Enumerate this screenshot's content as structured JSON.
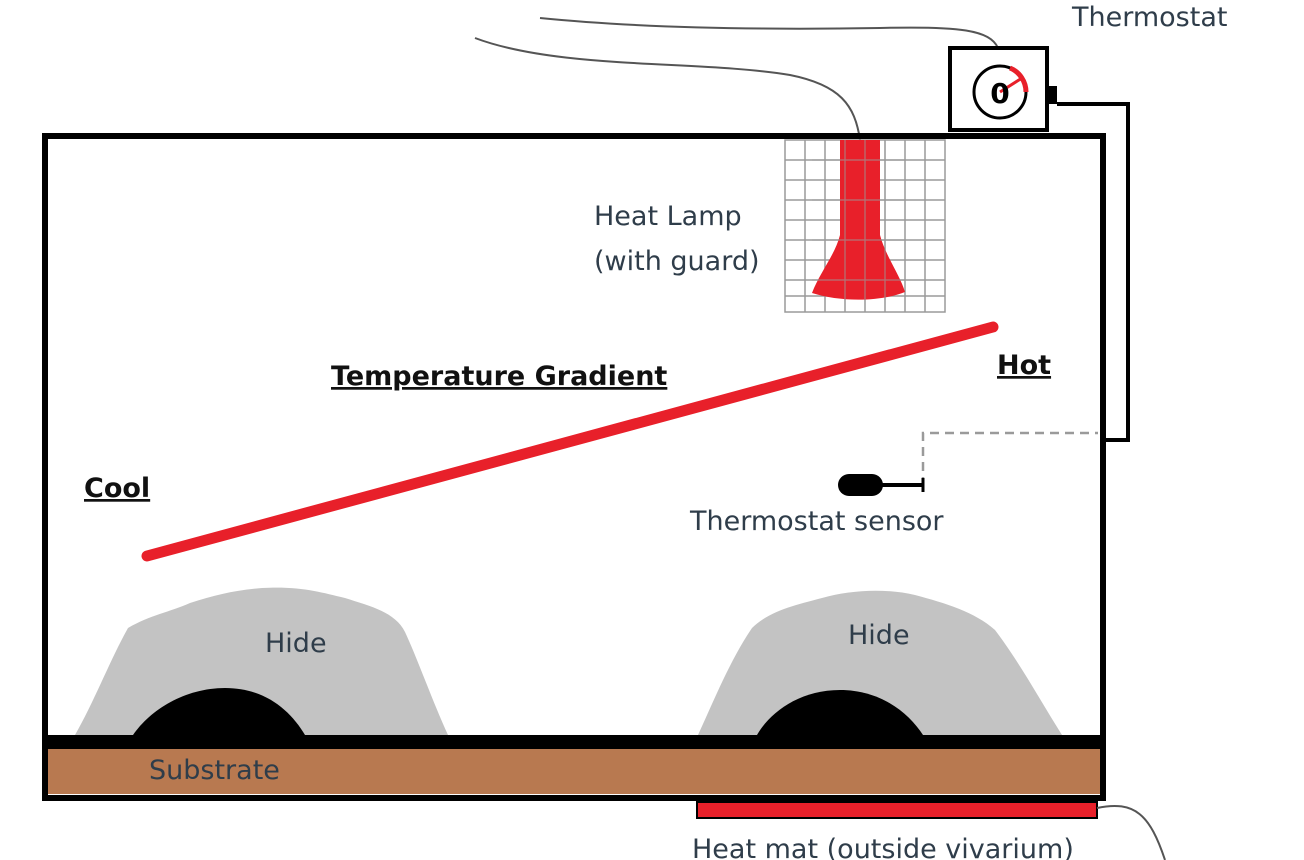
{
  "labels": {
    "thermostat": "Thermostat",
    "heat_lamp_line1": "Heat Lamp",
    "heat_lamp_line2": "(with guard)",
    "temperature_gradient": "Temperature Gradient",
    "hot": "Hot",
    "cool": "Cool",
    "thermostat_sensor": "Thermostat sensor",
    "hide_left": "Hide",
    "hide_right": "Hide",
    "substrate": "Substrate",
    "heat_mat": "Heat mat (outside vivarium)",
    "thermostat_dial": "0"
  },
  "colors": {
    "heat_red": "#e8202a",
    "hide_gray": "#c3c3c3",
    "substrate_brown": "#b87950",
    "outline": "#000000",
    "label_text": "#2f3d4a"
  },
  "icons": {
    "thermostat": "thermostat-dial-icon",
    "sensor": "thermostat-sensor-icon",
    "lamp": "heat-lamp-icon"
  }
}
